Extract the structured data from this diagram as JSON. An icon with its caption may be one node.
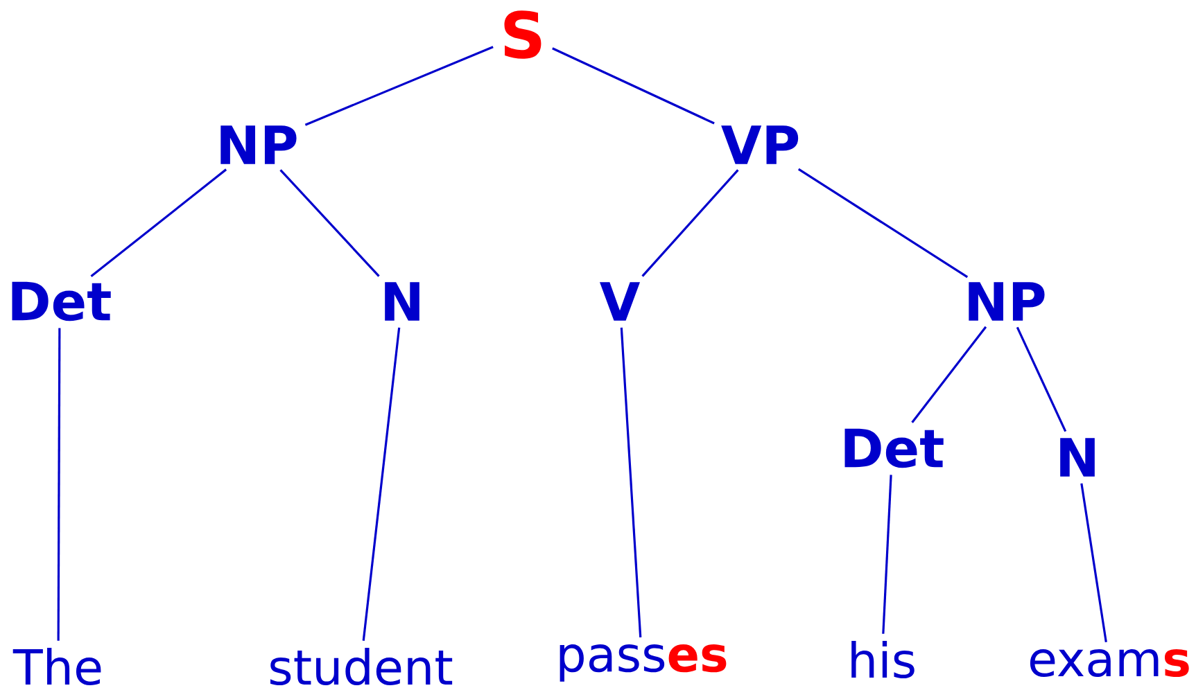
{
  "diagram": {
    "nodes": [
      {
        "text": [
          "S"
        ]
      },
      {
        "text": [
          "NP"
        ]
      },
      {
        "text": [
          "VP"
        ]
      },
      {
        "text": [
          "Det"
        ]
      },
      {
        "text": [
          "N"
        ]
      },
      {
        "text": [
          "V"
        ]
      },
      {
        "text": [
          "NP"
        ]
      },
      {
        "text": [
          "Det"
        ]
      },
      {
        "text": [
          "N"
        ]
      },
      {
        "text": [
          "The"
        ]
      },
      {
        "text": [
          "student"
        ]
      },
      {
        "text": [
          "pass**es**"
        ]
      },
      {
        "text": [
          "his"
        ]
      },
      {
        "text": [
          "exam**s**"
        ]
      }
    ],
    "edges": [
      {
        "from": 0,
        "to": 1,
        "arrow": "none"
      },
      {
        "from": 0,
        "to": 2,
        "arrow": "none"
      },
      {
        "from": 1,
        "to": 3,
        "arrow": "none"
      },
      {
        "from": 1,
        "to": 4,
        "arrow": "none"
      },
      {
        "from": 2,
        "to": 5,
        "arrow": "none"
      },
      {
        "from": 2,
        "to": 6,
        "arrow": "none"
      },
      {
        "from": 6,
        "to": 7,
        "arrow": "none"
      },
      {
        "from": 6,
        "to": 8,
        "arrow": "none"
      },
      {
        "from": 3,
        "to": 9,
        "arrow": "none"
      },
      {
        "from": 4,
        "to": 10,
        "arrow": "none"
      },
      {
        "from": 5,
        "to": 11,
        "arrow": "none"
      },
      {
        "from": 7,
        "to": 12,
        "arrow": "none"
      },
      {
        "from": 8,
        "to": 13,
        "arrow": "none"
      }
    ]
  }
}
